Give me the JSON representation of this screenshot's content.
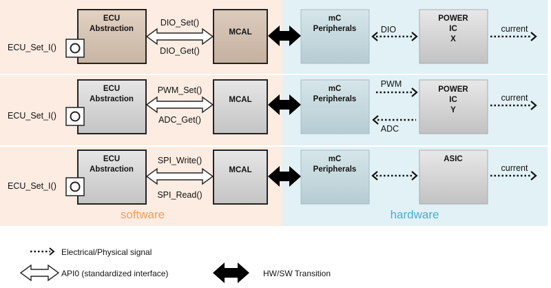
{
  "colors": {
    "software_bg": "#fcece2",
    "hardware_bg": "#e1f1f6",
    "software_label": "#f0a060",
    "hardware_label": "#4aaed2",
    "ecu_top": "#d6c4b4",
    "block_gray": "#d9d9d9",
    "periph_bg": "#c9dde1"
  },
  "regions": {
    "software": "software",
    "hardware": "hardware"
  },
  "rows": [
    {
      "caller": "ECU_Set_I()",
      "ecu_title": [
        "ECU",
        "Abstraction"
      ],
      "api_top": "DIO_Set()",
      "api_bottom": "DIO_Get()",
      "mcal": "MCAL",
      "periph": [
        "mC",
        "Peripherals"
      ],
      "link_top": "DIO",
      "link_bottom": "",
      "device": [
        "POWER",
        "IC",
        "X"
      ],
      "out": "current"
    },
    {
      "caller": "ECU_Set_I()",
      "ecu_title": [
        "ECU",
        "Abstraction"
      ],
      "api_top": "PWM_Set()",
      "api_bottom": "ADC_Get()",
      "mcal": "MCAL",
      "periph": [
        "mC",
        "Peripherals"
      ],
      "link_top": "PWM",
      "link_bottom": "ADC",
      "device": [
        "POWER",
        "IC",
        "Y"
      ],
      "out": "current"
    },
    {
      "caller": "ECU_Set_I()",
      "ecu_title": [
        "ECU",
        "Abstraction"
      ],
      "api_top": "SPI_Write()",
      "api_bottom": "SPI_Read()",
      "mcal": "MCAL",
      "periph": [
        "mC",
        "Peripherals"
      ],
      "link_top": "",
      "link_bottom": "",
      "device": [
        "ASIC"
      ],
      "out": "current"
    }
  ],
  "legend": {
    "signal": "Electrical/Physical signal",
    "api": "API0 (standardized interface)",
    "transition": "HW/SW Transition"
  }
}
